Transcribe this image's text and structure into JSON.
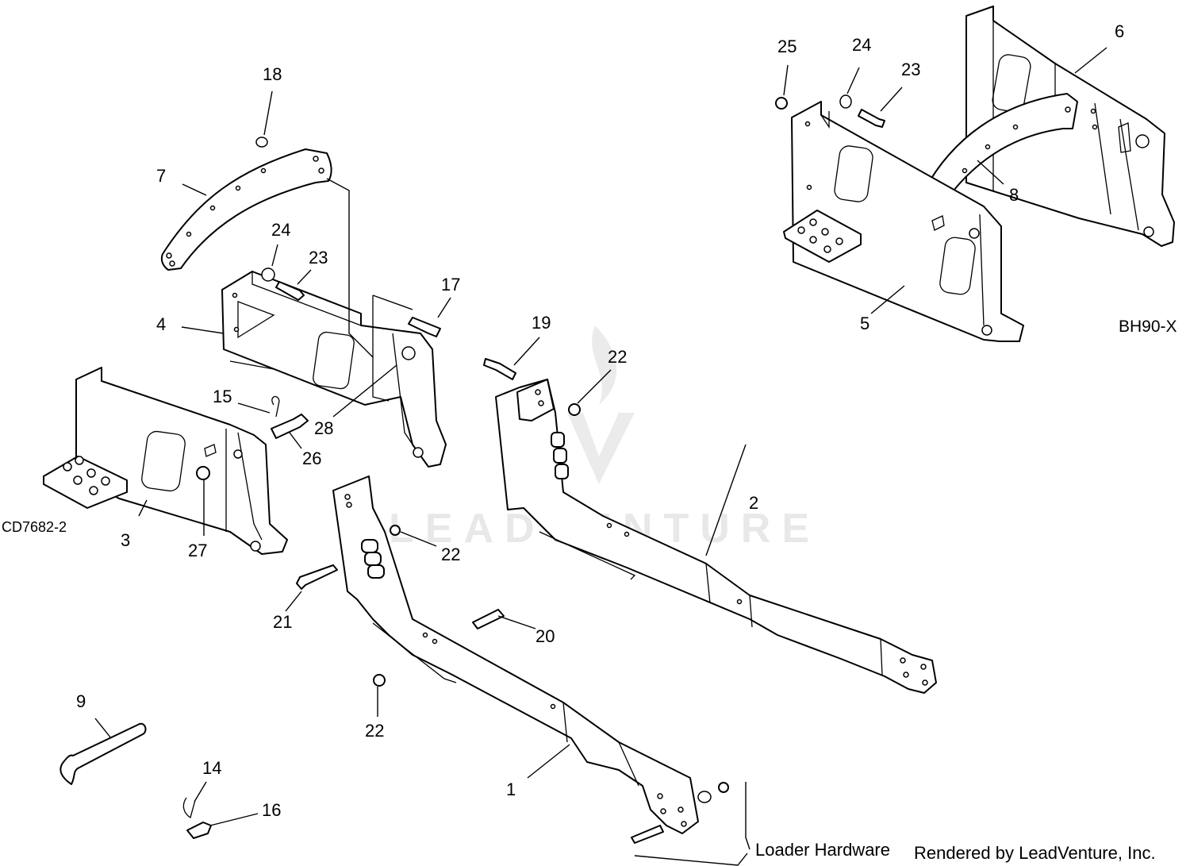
{
  "diagram": {
    "left_code": "CD7682-2",
    "right_code": "BH90-X",
    "hardware_label": "Loader Hardware",
    "credit": "Rendered by LeadVenture, Inc.",
    "watermark": "LEADVENTURE",
    "callouts": {
      "c1": "1",
      "c2": "2",
      "c3": "3",
      "c4": "4",
      "c5": "5",
      "c6": "6",
      "c7": "7",
      "c8": "8",
      "c9": "9",
      "c14": "14",
      "c15": "15",
      "c16": "16",
      "c17": "17",
      "c18": "18",
      "c19": "19",
      "c20": "20",
      "c21": "21",
      "c22a": "22",
      "c22b": "22",
      "c22c": "22",
      "c23a": "23",
      "c23b": "23",
      "c24a": "24",
      "c24b": "24",
      "c25": "25",
      "c26": "26",
      "c27": "27",
      "c28": "28"
    }
  }
}
